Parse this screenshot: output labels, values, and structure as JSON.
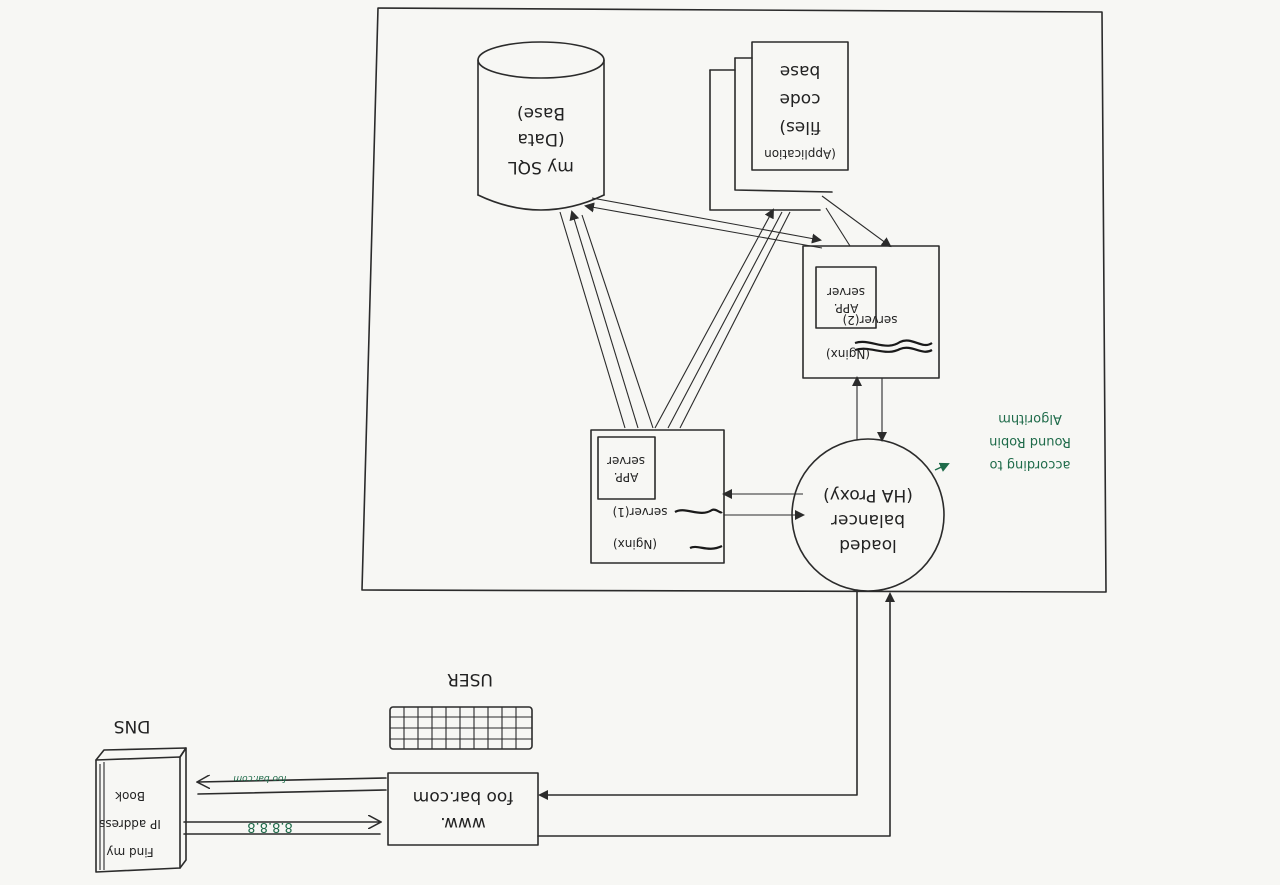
{
  "labels": {
    "db_line1": "my SQL",
    "db_line2": "(Data",
    "db_line3": "Base)",
    "code_line1": "(Application",
    "code_line2": "files)",
    "code_line3": "code",
    "code_line4": "base",
    "server2_title": "server(2)",
    "server2_nginx": "(Nginx)",
    "server2_app1": "APP.",
    "server2_app2": "server",
    "server1_title": "server(1)",
    "server1_nginx": "(Nginx)",
    "server1_app1": "APP.",
    "server1_app2": "server",
    "lb_line1": "loaded",
    "lb_line2": "balancer",
    "lb_line3": "(HA Proxy)",
    "rr_line1": "according to",
    "rr_line2": "Round Robin",
    "rr_line3": "Algorithm",
    "user_label": "USER",
    "domain_line1": "www.",
    "domain_line2": "foo bar.com",
    "dns_label": "DNS",
    "dns_book1": "Find my",
    "dns_book2": "IP address",
    "dns_book3": "Book",
    "ip_value": "8.8.8.8",
    "query_value": "foo bar.com"
  },
  "colors": {
    "ink": "#2b2b2b",
    "annotation_green": "#1f6b4a",
    "paper": "#f7f7f4"
  }
}
